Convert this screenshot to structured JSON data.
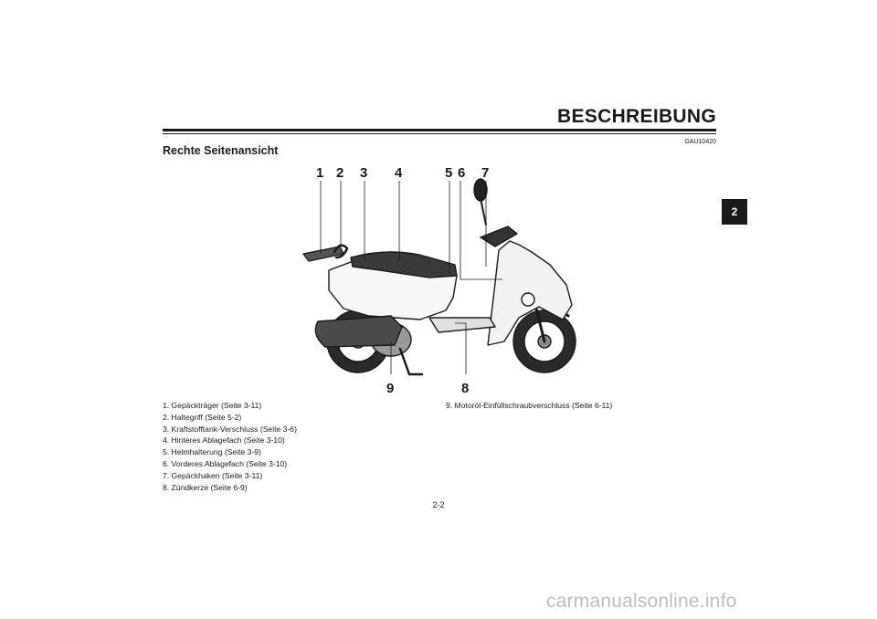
{
  "header": {
    "chapter_title": "BESCHREIBUNG",
    "reference_code": "GAU10420",
    "section_title": "Rechte Seitenansicht"
  },
  "side_tab": {
    "label": "2"
  },
  "diagram": {
    "callout_labels": [
      "1",
      "2",
      "3",
      "4",
      "5",
      "6",
      "7",
      "8",
      "9"
    ]
  },
  "legend": {
    "left_items": [
      "1. Gepäckträger (Seite 3-11)",
      "2. Haltegriff (Seite 5-2)",
      "3. Kraftstofftank-Verschluss (Seite 3-6)",
      "4. Hinteres Ablagefach (Seite 3-10)",
      "5. Helmhalterung (Seite 3-9)",
      "6. Vorderes Ablagefach (Seite 3-10)",
      "7. Gepäckhaken (Seite 3-11)",
      "8. Zündkerze (Seite 6-9)"
    ],
    "right_items": [
      "9. Motoröl-Einfüllschraubverschluss (Seite 6-11)"
    ]
  },
  "footer": {
    "page_number": "2-2",
    "watermark": "carmanualsonline.info"
  }
}
